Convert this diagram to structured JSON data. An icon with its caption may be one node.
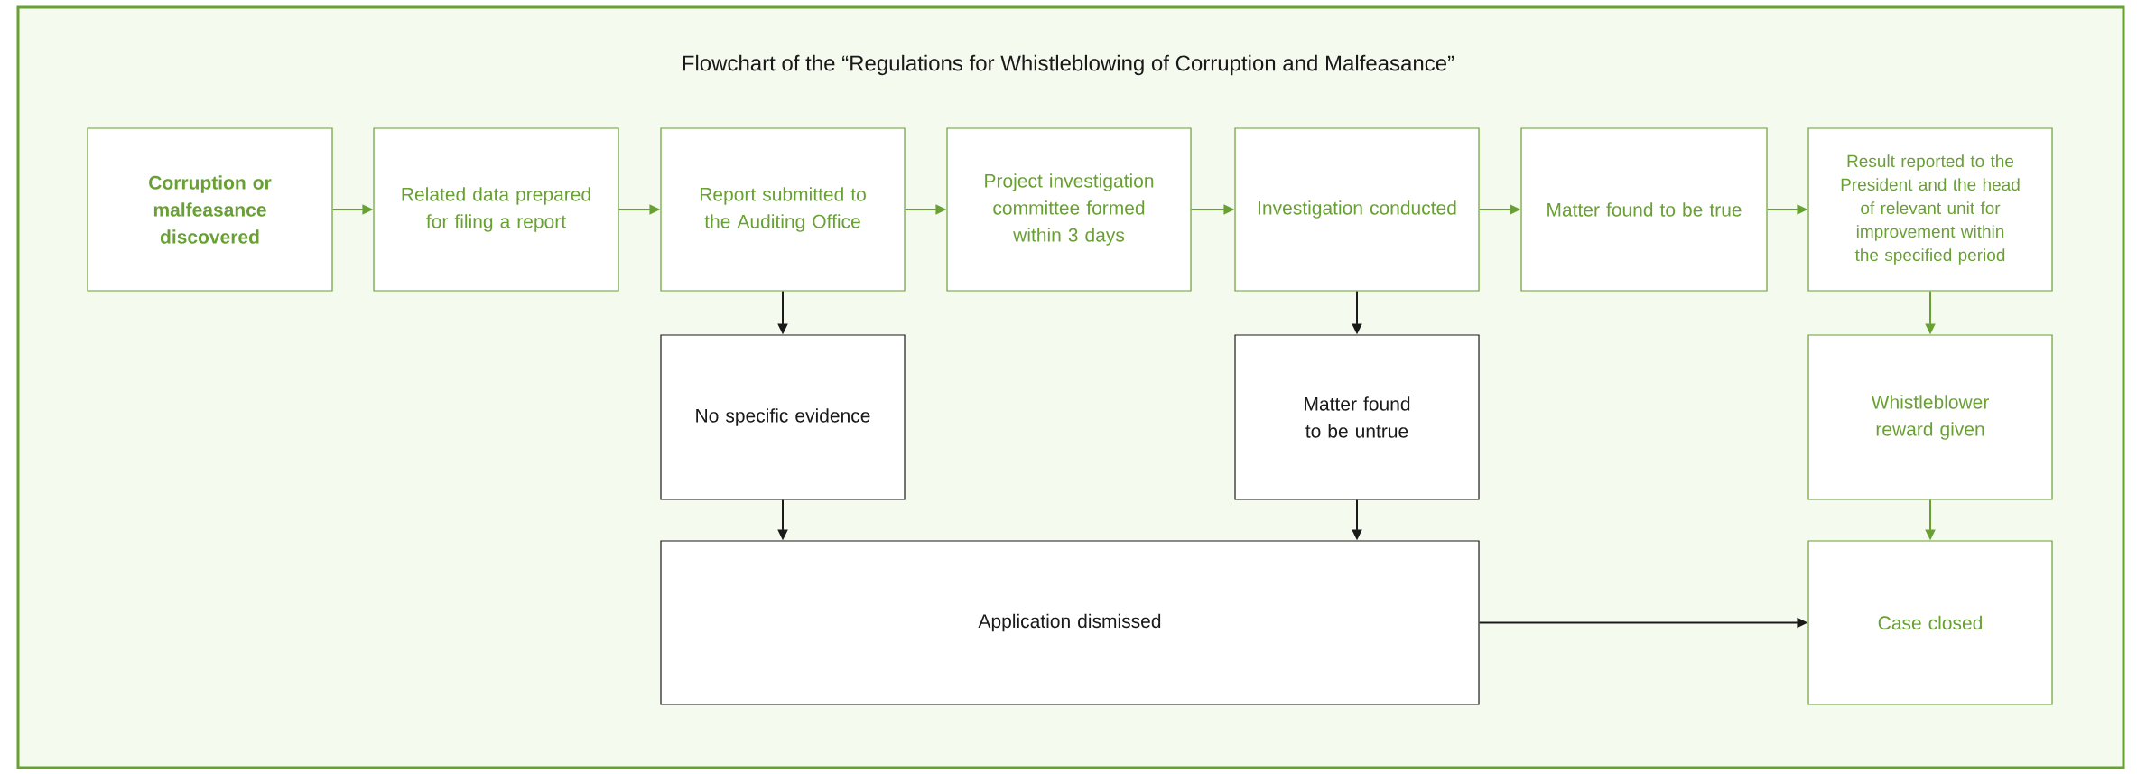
{
  "diagram": {
    "title": "Flowchart of the “Regulations for Whistleblowing of Corruption and Malfeasance”",
    "nodes": [
      {
        "text": [
          "Corruption or malfeasance discovered"
        ]
      },
      {
        "text": [
          "Related data prepared for filing a report"
        ]
      },
      {
        "text": [
          "Report submitted to the Auditing Office"
        ]
      },
      {
        "text": [
          "Project investigation committee formed within 3 days"
        ]
      },
      {
        "text": [
          "Investigation conducted"
        ]
      },
      {
        "text": [
          "Matter found to be true"
        ]
      },
      {
        "text": [
          "Result reported to the President and the head of relevant unit for improvement within the specified period"
        ]
      },
      {
        "text": [
          "No specific evidence"
        ]
      },
      {
        "text": [
          "Matter found to be untrue"
        ]
      },
      {
        "text": [
          "Whistleblower reward given"
        ]
      },
      {
        "text": [
          "Application dismissed"
        ]
      },
      {
        "text": [
          "Case closed"
        ]
      }
    ],
    "edges": [
      {
        "from": 0,
        "to": 1,
        "arrow": "to"
      },
      {
        "from": 1,
        "to": 2,
        "arrow": "to"
      },
      {
        "from": 2,
        "to": 3,
        "arrow": "to"
      },
      {
        "from": 3,
        "to": 4,
        "arrow": "to"
      },
      {
        "from": 4,
        "to": 5,
        "arrow": "to"
      },
      {
        "from": 5,
        "to": 6,
        "arrow": "to"
      },
      {
        "from": 2,
        "to": 7,
        "arrow": "to",
        "color": "#1a1a1a"
      },
      {
        "from": 4,
        "to": 8,
        "arrow": "to",
        "color": "#1a1a1a"
      },
      {
        "from": 6,
        "to": 9,
        "arrow": "to"
      },
      {
        "from": 7,
        "to": 10,
        "arrow": "to",
        "color": "#1a1a1a"
      },
      {
        "from": 8,
        "to": 10,
        "arrow": "to",
        "color": "#1a1a1a"
      },
      {
        "from": 9,
        "to": 11,
        "arrow": "to"
      },
      {
        "from": 10,
        "to": 11,
        "arrow": "to",
        "color": "#1a1a1a"
      }
    ]
  }
}
